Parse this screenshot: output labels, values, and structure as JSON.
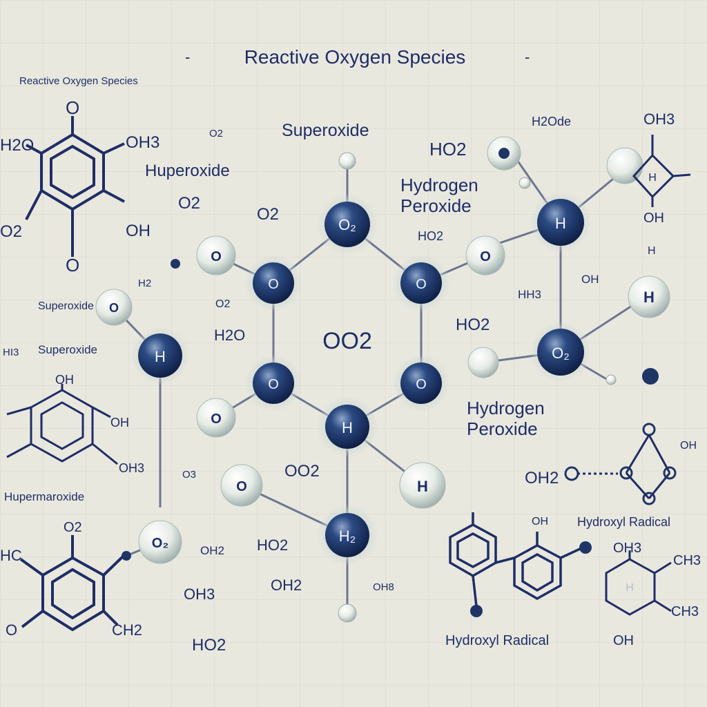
{
  "title": "Reactive Oxygen Species",
  "title_decoration": "-",
  "subtitle": "Reactive Oxygen Species",
  "labels": {
    "superoxide_top": "Superoxide",
    "huperoxide": "Huperoxide",
    "o2_a": "O2",
    "o2_b": "O2",
    "o2_c": "O2",
    "o2_d": "O2",
    "o3": "O3",
    "oo2_center": "OO2",
    "oo2_lower": "OO2",
    "ho2_top": "HO2",
    "ho2_mid": "HO2",
    "ho2_right": "HO2",
    "ho2_lower": "HO2",
    "ho2_bottom": "HO2",
    "h2o_left": "H2",
    "h2o_small": "H2O",
    "hydrogen_peroxide_top": "Hydrogen Peroxide",
    "hydrogen_peroxide_right": "Hydrogen Peroxide",
    "h2oide": "H2Ode",
    "oh3_topright": "OH3",
    "oh_right1": "OH",
    "oh_right2": "OH",
    "oh_right3": "OH",
    "oh_rightbottom": "OH",
    "hh3": "HH3",
    "superoxide_left1": "Superoxide",
    "superoxide_left2": "Superoxide",
    "hi3": "HI3",
    "hupermaroxide": "Hupermaroxide",
    "hydroxyl_radical_right": "Hydroxyl Radical",
    "hydroxyl_radical_bottom": "Hydroxyl Radical",
    "oh2_a": "OH2",
    "oh2_b": "OH2",
    "oh3_a": "OH3",
    "oh8": "OH8",
    "oh_lower_mid": "OH3",
    "oh2_right": "OH2",
    "ch3": "CH3",
    "ch3_b": "CH3",
    "ch2": "CH2",
    "hc": "HC",
    "o2_bottom_left": "O2",
    "h2o_ring": "H2O",
    "h_tl": "H2O",
    "o_ring_left": "O2",
    "oh_ring1": "OH3",
    "oh_ring2": "OH",
    "oh_ring3": "OH",
    "oh_ring4": "OH",
    "oh_ring5": "OH3",
    "oh_top_ring_left": "O",
    "oh_bottom_ring_left": "O",
    "oh_bc": "OH",
    "right_ring_h": "H",
    "o_rr": "O2"
  },
  "atoms": {
    "o": "O",
    "o2": "O₂",
    "h": "H",
    "h2": "H₂"
  },
  "colors": {
    "background": "#e9e8df",
    "ink": "#1f2d66",
    "sphere_dark": "#1e3566",
    "sphere_light": "#c8d6d4",
    "bond": "#6d7690"
  }
}
